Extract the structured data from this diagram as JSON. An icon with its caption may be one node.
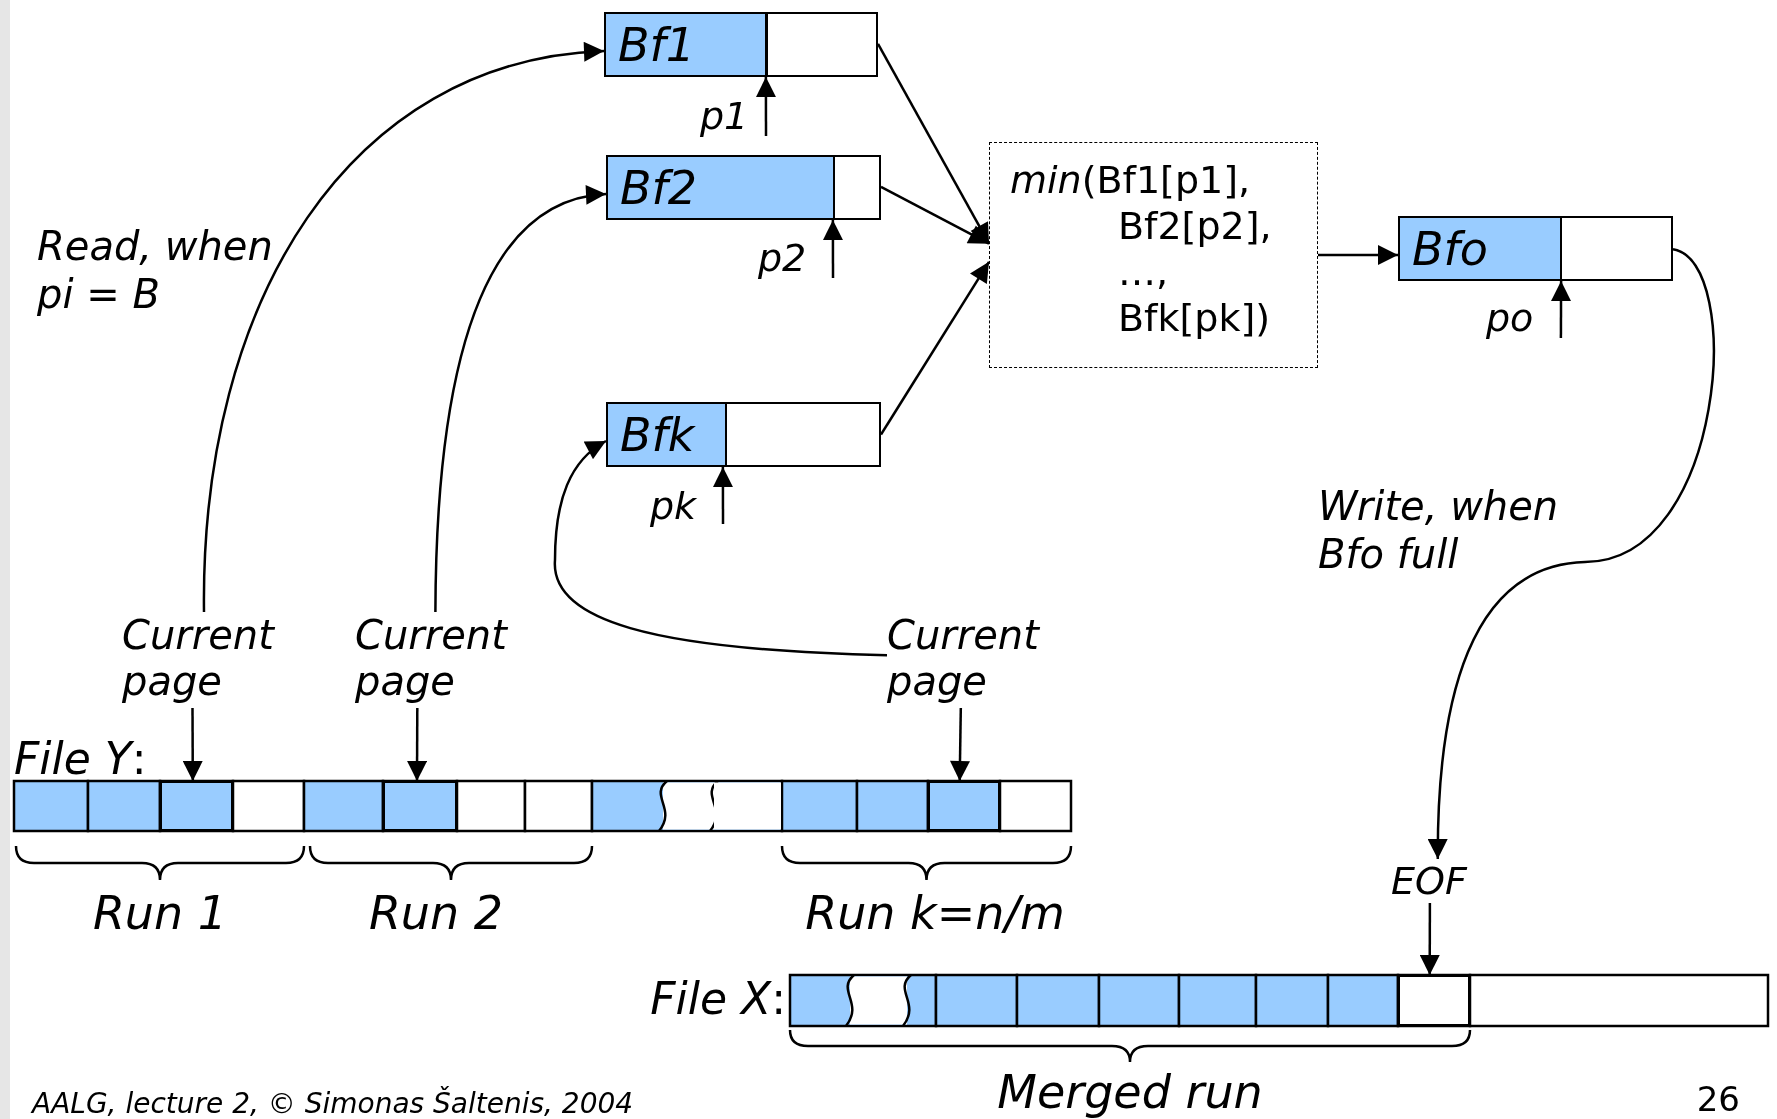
{
  "diagram": {
    "nodes": [
      {
        "text": [
          "Bf1"
        ]
      },
      {
        "text": [
          "p1"
        ]
      },
      {
        "text": [
          "Bf2"
        ]
      },
      {
        "text": [
          "p2"
        ]
      },
      {
        "text": [
          "*min*(Bf1[p1], Bf2[p2], …, Bfk[pk])"
        ]
      },
      {
        "text": [
          "Bfo"
        ]
      },
      {
        "text": [
          "po"
        ]
      },
      {
        "text": [
          "Bfk"
        ]
      },
      {
        "text": [
          "pk"
        ]
      },
      {
        "text": [
          "Current page"
        ]
      },
      {
        "text": [
          "Current page"
        ]
      },
      {
        "text": [
          "Current page"
        ]
      },
      {
        "text": [],
        "shape": "box"
      },
      {
        "text": [],
        "shape": "box"
      },
      {
        "text": [],
        "shape": "box"
      },
      {
        "text": [
          "EOF"
        ]
      },
      {
        "text": [],
        "shape": "box"
      }
    ],
    "edges": [
      {
        "from": 1,
        "to": 0,
        "arrow": "to"
      },
      {
        "from": 3,
        "to": 2,
        "arrow": "to"
      },
      {
        "from": 8,
        "to": 7,
        "arrow": "to"
      },
      {
        "from": 6,
        "to": 5,
        "arrow": "to"
      },
      {
        "from": 0,
        "to": 4,
        "arrow": "to"
      },
      {
        "from": 2,
        "to": 4,
        "arrow": "to"
      },
      {
        "from": 7,
        "to": 4,
        "arrow": "to"
      },
      {
        "from": 4,
        "to": 5,
        "arrow": "to"
      },
      {
        "from": 9,
        "to": 0,
        "arrow": "to"
      },
      {
        "from": 10,
        "to": 2,
        "arrow": "to"
      },
      {
        "from": 11,
        "to": 7,
        "arrow": "to"
      },
      {
        "from": 9,
        "to": 12,
        "arrow": "to"
      },
      {
        "from": 10,
        "to": 13,
        "arrow": "to"
      },
      {
        "from": 11,
        "to": 14,
        "arrow": "to"
      },
      {
        "from": 5,
        "to": 15,
        "arrow": "to"
      },
      {
        "from": 15,
        "to": 16,
        "arrow": "to"
      }
    ],
    "labels": [
      "Read, when pi = B",
      "Write, when Bfo full",
      "*File Y*:",
      "Run 1",
      "Run 2",
      "Run k=n/m",
      "*File X*:",
      "Merged run",
      "AALG, lecture 2, © Simonas Šaltenis, 2004",
      "26"
    ]
  }
}
